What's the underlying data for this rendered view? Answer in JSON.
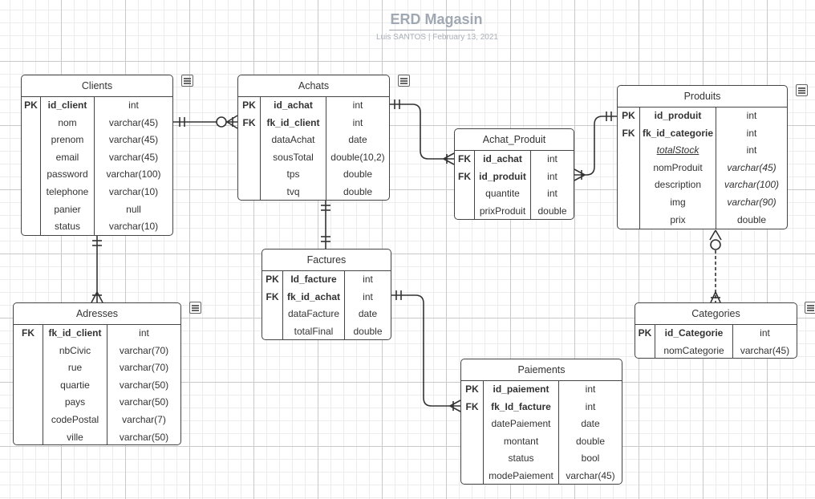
{
  "header": {
    "title": "ERD Magasin",
    "subtitle": "Luis SANTOS  |  February 13, 2021"
  },
  "entities": {
    "clients": {
      "name": "Clients",
      "rows": [
        {
          "k": "PK",
          "n": "id_client",
          "t": "int"
        },
        {
          "k": "",
          "n": "nom",
          "t": "varchar(45)"
        },
        {
          "k": "",
          "n": "prenom",
          "t": "varchar(45)"
        },
        {
          "k": "",
          "n": "email",
          "t": "varchar(45)"
        },
        {
          "k": "",
          "n": "password",
          "t": "varchar(100)"
        },
        {
          "k": "",
          "n": "telephone",
          "t": "varchar(10)"
        },
        {
          "k": "",
          "n": "panier",
          "t": "null"
        },
        {
          "k": "",
          "n": "status",
          "t": "varchar(10)"
        }
      ]
    },
    "achats": {
      "name": "Achats",
      "rows": [
        {
          "k": "PK",
          "n": "id_achat",
          "t": "int"
        },
        {
          "k": "FK",
          "n": "fk_id_client",
          "t": "int"
        },
        {
          "k": "",
          "n": "dataAchat",
          "t": "date"
        },
        {
          "k": "",
          "n": "sousTotal",
          "t": "double(10,2)"
        },
        {
          "k": "",
          "n": "tps",
          "t": "double"
        },
        {
          "k": "",
          "n": "tvq",
          "t": "double"
        }
      ]
    },
    "achat_produit": {
      "name": "Achat_Produit",
      "rows": [
        {
          "k": "FK",
          "n": "id_achat",
          "t": "int"
        },
        {
          "k": "FK",
          "n": "id_produit",
          "t": "int"
        },
        {
          "k": "",
          "n": "quantite",
          "t": "int"
        },
        {
          "k": "",
          "n": "prixProduit",
          "t": "double"
        }
      ]
    },
    "produits": {
      "name": "Produits",
      "rows": [
        {
          "k": "PK",
          "n": "id_produit",
          "t": "int"
        },
        {
          "k": "FK",
          "n": "fk_id_categorie",
          "t": "int"
        },
        {
          "k": "",
          "n": "totalStock",
          "t": "int"
        },
        {
          "k": "",
          "n": "nomProduit",
          "t": "varchar(45)"
        },
        {
          "k": "",
          "n": "description",
          "t": "varchar(100)"
        },
        {
          "k": "",
          "n": "img",
          "t": "varchar(90)"
        },
        {
          "k": "",
          "n": "prix",
          "t": "double"
        }
      ]
    },
    "factures": {
      "name": "Factures",
      "rows": [
        {
          "k": "PK",
          "n": "Id_facture",
          "t": "int"
        },
        {
          "k": "FK",
          "n": "fk_id_achat",
          "t": "int"
        },
        {
          "k": "",
          "n": "dataFacture",
          "t": "date"
        },
        {
          "k": "",
          "n": "totalFinal",
          "t": "double"
        }
      ]
    },
    "adresses": {
      "name": "Adresses",
      "rows": [
        {
          "k": "FK",
          "n": "fk_id_client",
          "t": "int"
        },
        {
          "k": "",
          "n": "nbCivic",
          "t": "varchar(70)"
        },
        {
          "k": "",
          "n": "rue",
          "t": "varchar(70)"
        },
        {
          "k": "",
          "n": "quartie",
          "t": "varchar(50)"
        },
        {
          "k": "",
          "n": "pays",
          "t": "varchar(50)"
        },
        {
          "k": "",
          "n": "codePostal",
          "t": "varchar(7)"
        },
        {
          "k": "",
          "n": "ville",
          "t": "varchar(50)"
        }
      ]
    },
    "categories": {
      "name": "Categories",
      "rows": [
        {
          "k": "PK",
          "n": "id_Categorie",
          "t": "int"
        },
        {
          "k": "",
          "n": "nomCategorie",
          "t": "varchar(45)"
        }
      ]
    },
    "paiements": {
      "name": "Paiements",
      "rows": [
        {
          "k": "PK",
          "n": "id_paiement",
          "t": "int"
        },
        {
          "k": "FK",
          "n": "fk_Id_facture",
          "t": "int"
        },
        {
          "k": "",
          "n": "datePaiement",
          "t": "date"
        },
        {
          "k": "",
          "n": "montant",
          "t": "double"
        },
        {
          "k": "",
          "n": "status",
          "t": "bool"
        },
        {
          "k": "",
          "n": "modePaiement",
          "t": "varchar(45)"
        }
      ]
    }
  }
}
